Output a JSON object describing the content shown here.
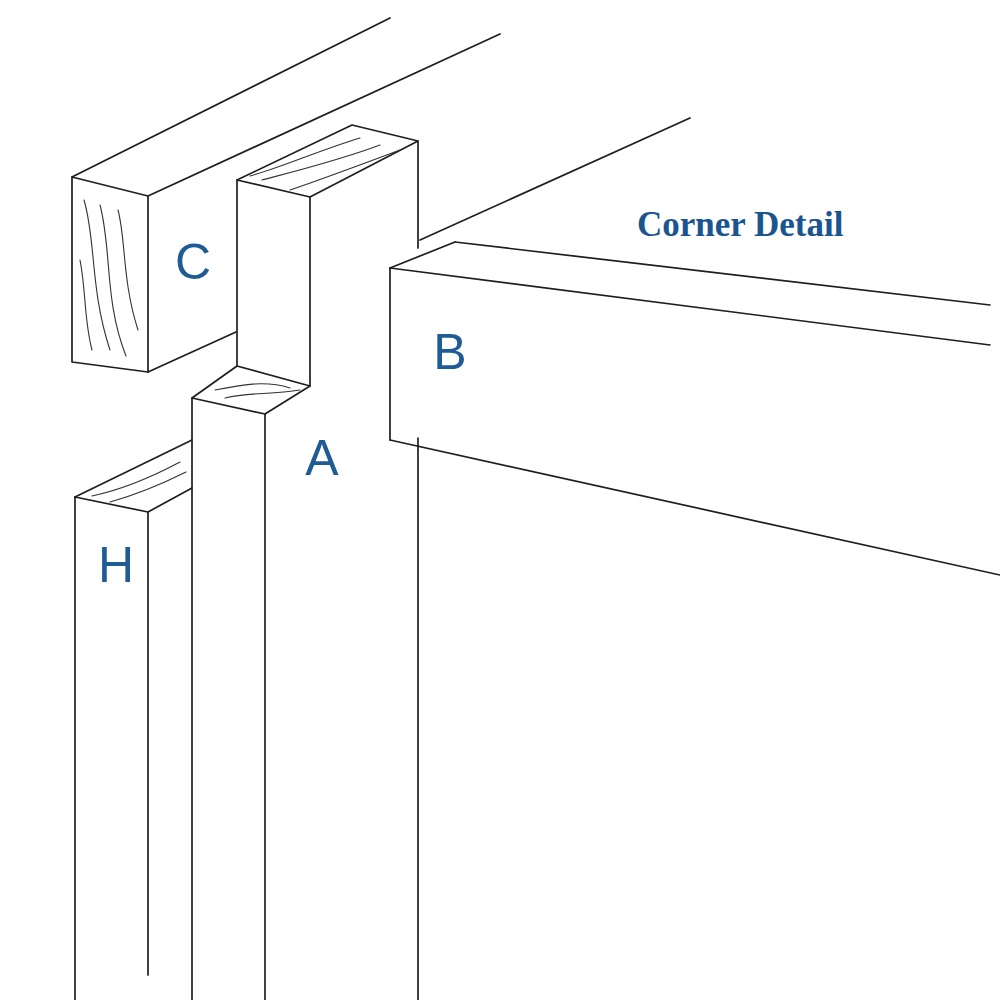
{
  "diagram": {
    "title": "Corner Detail",
    "labels": [
      "C",
      "B",
      "A",
      "H"
    ]
  }
}
